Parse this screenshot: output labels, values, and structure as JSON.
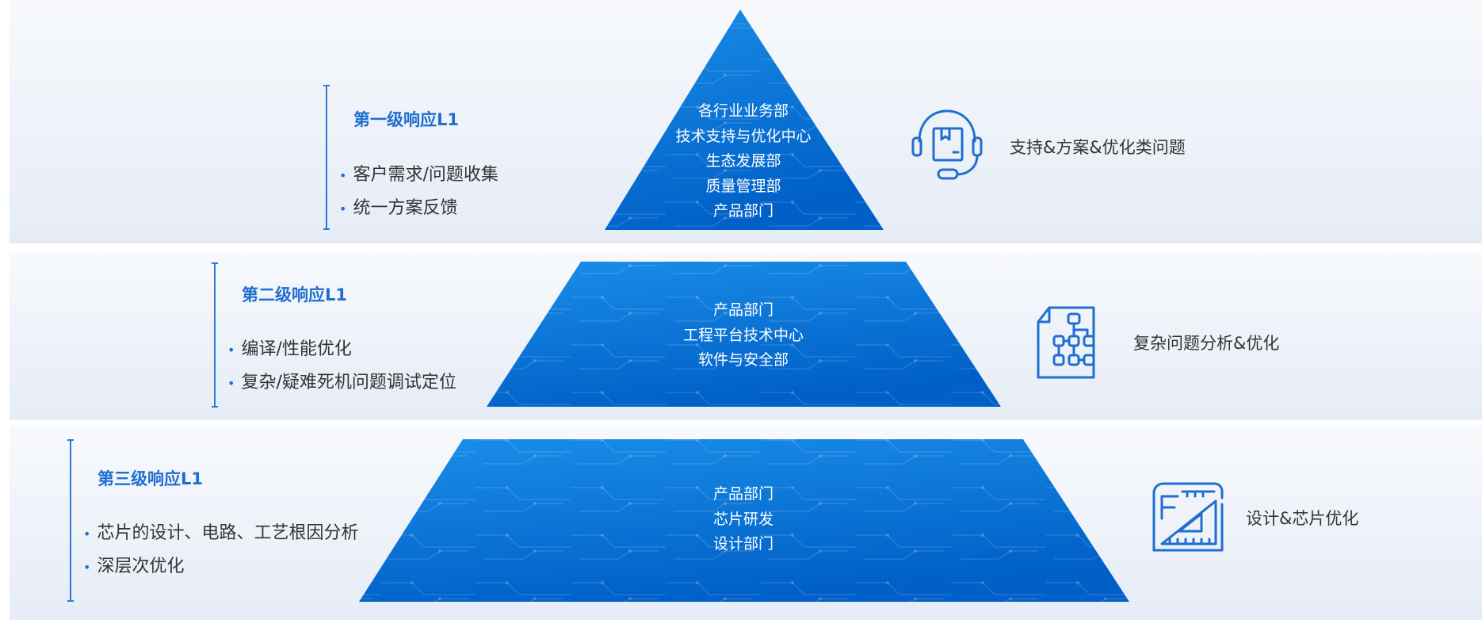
{
  "tiers": [
    {
      "lines": [
        "各行业业务部",
        "技术支持与优化中心",
        "生态发展部",
        "质量管理部",
        "产品部门"
      ]
    },
    {
      "lines": [
        "产品部门",
        "工程平台技术中心",
        "软件与安全部"
      ]
    },
    {
      "lines": [
        "产品部门",
        "芯片研发",
        "设计部门"
      ]
    }
  ],
  "levels": [
    {
      "title": "第一级响应L1",
      "items": [
        "客户需求/问题收集",
        "统一方案反馈"
      ]
    },
    {
      "title": "第二级响应L1",
      "items": [
        "编译/性能优化",
        "复杂/疑难死机问题调试定位"
      ]
    },
    {
      "title": "第三级响应L1",
      "items": [
        "芯片的设计、电路、工艺根因分析",
        "深层次优化"
      ]
    }
  ],
  "sides": [
    {
      "icon": "headset-support-icon",
      "label": "支持&方案&优化类问题"
    },
    {
      "icon": "flowchart-document-icon",
      "label": "复杂问题分析&优化"
    },
    {
      "icon": "design-ruler-icon",
      "label": "设计&芯片优化"
    }
  ],
  "colors": {
    "pyramid_light": "#1a8ee8",
    "pyramid_dark": "#0060c8",
    "accent": "#1f6fd0",
    "band_top": "#f7f9fc",
    "band_bottom": "#e6ecf6"
  }
}
